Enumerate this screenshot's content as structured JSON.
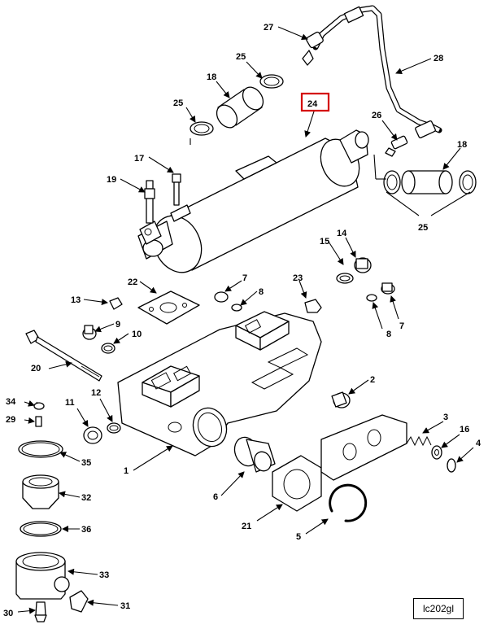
{
  "figure_id": "lc202gl",
  "highlighted_callout": "24",
  "highlight_color": "#d40000",
  "callouts": {
    "c1": "1",
    "c2": "2",
    "c3": "3",
    "c4": "4",
    "c5": "5",
    "c6": "6",
    "c7a": "7",
    "c7b": "7",
    "c8a": "8",
    "c8b": "8",
    "c9": "9",
    "c10": "10",
    "c11": "11",
    "c12": "12",
    "c13": "13",
    "c14": "14",
    "c15": "15",
    "c16": "16",
    "c17": "17",
    "c18a": "18",
    "c18b": "18",
    "c19": "19",
    "c20": "20",
    "c21": "21",
    "c22": "22",
    "c23": "23",
    "c24": "24",
    "c25a": "25",
    "c25b": "25",
    "c25c": "25",
    "c26": "26",
    "c27": "27",
    "c28": "28",
    "c29": "29",
    "c30": "30",
    "c31": "31",
    "c32": "32",
    "c33": "33",
    "c34": "34",
    "c35": "35",
    "c36": "36"
  }
}
